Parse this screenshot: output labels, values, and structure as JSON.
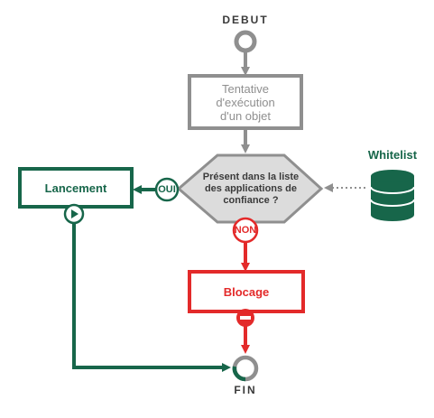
{
  "diagram": {
    "start_label": "DEBUT",
    "end_label": "FIN",
    "attempt_box": "Tentative\nd'exécution\nd'un objet",
    "decision": "Présent dans la liste\ndes applications de\nconfiance ?",
    "whitelist_label": "Whitelist",
    "yes_label": "OUI",
    "no_label": "NON",
    "launch_box": "Lancement",
    "block_box": "Blocage"
  },
  "colors": {
    "gray": "#8f8f8f",
    "green": "#17664a",
    "red": "#e32a2a",
    "dark": "#3a3a3a",
    "decision_fill": "#dcdcdc"
  },
  "icons": [
    "start-node-icon",
    "end-node-icon",
    "play-icon",
    "stop-icon",
    "database-icon"
  ]
}
